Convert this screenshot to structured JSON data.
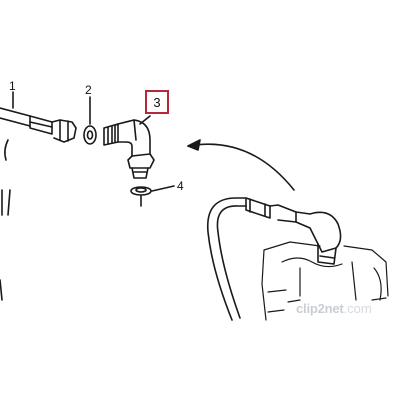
{
  "callouts": {
    "one": "1",
    "two": "2",
    "three": "3",
    "four": "4"
  },
  "watermark": {
    "name": "clip2net",
    "tld": ".com"
  },
  "colors": {
    "line": "#1a1a1a",
    "highlight_box": "#b3283a",
    "watermark": "#cfd3d8",
    "background": "#ffffff"
  }
}
